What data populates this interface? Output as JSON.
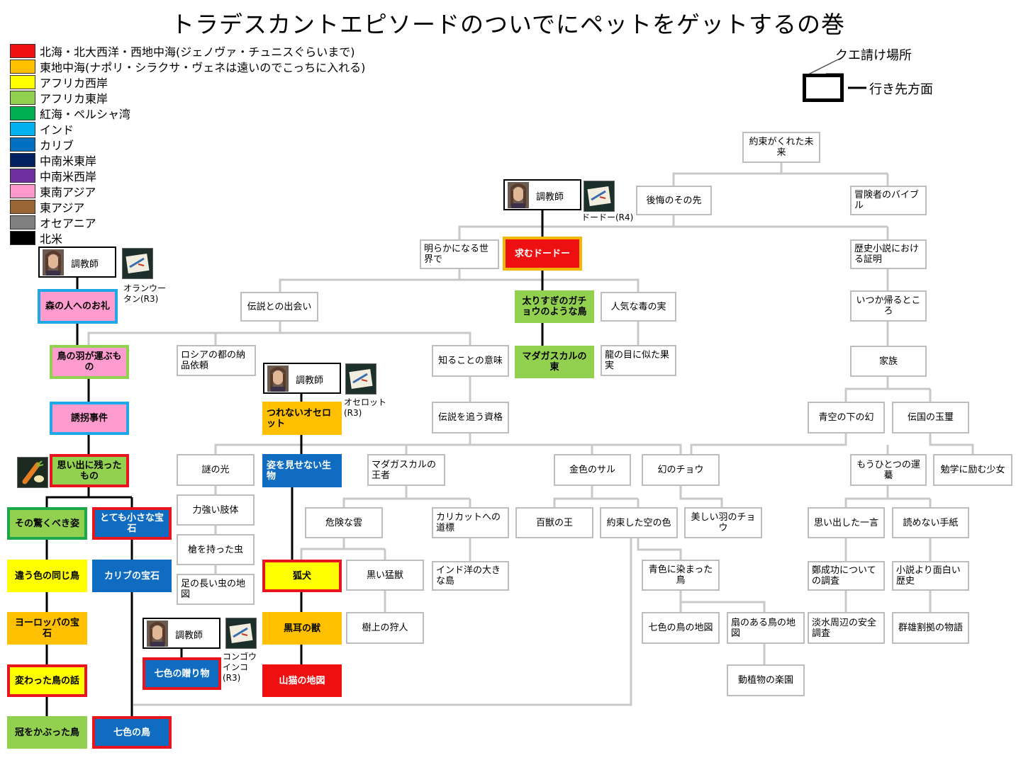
{
  "title": "トラデスカントエピソードのついでにペットをゲットするの巻",
  "legend": [
    {
      "color": "#ee1010",
      "label": "北海・北大西洋・西地中海(ジェノヴァ・チュニスぐらいまで)"
    },
    {
      "color": "#fec000",
      "label": "東地中海(ナポリ・シラクサ・ヴェネは遠いのでこっちに入れる)"
    },
    {
      "color": "#ffff00",
      "label": "アフリカ西岸"
    },
    {
      "color": "#92d050",
      "label": "アフリカ東岸"
    },
    {
      "color": "#00b050",
      "label": "紅海・ペルシャ湾"
    },
    {
      "color": "#00b0f0",
      "label": "インド"
    },
    {
      "color": "#0070c0",
      "label": "カリブ"
    },
    {
      "color": "#002060",
      "label": "中南米東岸"
    },
    {
      "color": "#7030a0",
      "label": "中南米西岸"
    },
    {
      "color": "#ff99cc",
      "label": "東南アジア"
    },
    {
      "color": "#996633",
      "label": "東アジア"
    },
    {
      "color": "#808080",
      "label": "オセアニア"
    },
    {
      "color": "#000000",
      "label": "北米"
    }
  ],
  "key": {
    "quest_place": "クエ請け場所",
    "destination": "行き先方面"
  },
  "trainers": {
    "label": "調教師"
  },
  "pets": {
    "dodo": "ドードー(R4)",
    "orangutan": "オランウータン(R3)",
    "ocelot": "オセロット(R3)",
    "macaw": "コンゴウインコ(R3)"
  },
  "nodes": {
    "n1": "約束がくれた未来",
    "n2": "後悔のその先",
    "n3": "冒険者のバイブル",
    "n4": "明らかになる世界で",
    "n5": "求むドードー",
    "n6": "歴史小説における証明",
    "n7": "伝説との出会い",
    "n8": "太りすぎのガチョウのような鳥",
    "n9": "人気な毒の実",
    "n10": "いつか帰るところ",
    "n11": "ロシアの都の納品依頼",
    "n12": "知ることの意味",
    "n13": "マダガスカルの東",
    "n14": "龍の目に似た果実",
    "n15": "家族",
    "n16": "伝説を追う資格",
    "n17": "青空の下の幻",
    "n18": "伝国の玉璽",
    "n19": "謎の光",
    "n20": "マダガスカルの王者",
    "n21": "金色のサル",
    "n22": "幻のチョウ",
    "n23": "もうひとつの運驀",
    "n24": "勉学に励む少女",
    "n25": "力強い肢体",
    "n26": "危険な雲",
    "n27": "カリカットへの道標",
    "n28": "百獣の王",
    "n29": "約束した空の色",
    "n30": "美しい羽のチョウ",
    "n31": "思い出した一言",
    "n32": "読めない手紙",
    "n33": "槍を持った虫",
    "n34": "黒い猛獣",
    "n35": "インド洋の大きな島",
    "n36": "青色に染まった鳥",
    "n37": "鄭成功についての調査",
    "n38": "小説より面白い歴史",
    "n39": "足の長い虫の地図",
    "n40": "樹上の狩人",
    "n41": "七色の鳥の地図",
    "n42": "扇のある鳥の地図",
    "n43": "淡水周辺の安全調査",
    "n44": "群雄割拠の物語",
    "n45": "動植物の楽園",
    "n46": "森の人へのお礼",
    "n47": "鳥の羽が運ぶもの",
    "n48": "誘拐事件",
    "n49": "思い出に残ったもの",
    "n50": "その驚くべき姿",
    "n51": "とても小さな宝石",
    "n52": "違う色の同じ鳥",
    "n53": "カリブの宝石",
    "n54": "ヨーロッパの宝石",
    "n55": "七色の贈り物",
    "n56": "変わった鳥の話",
    "n57": "冠をかぶった鳥",
    "n58": "七色の鳥",
    "n59": "つれないオセロット",
    "n60": "姿を見せない生物",
    "n61": "狐犬",
    "n62": "黒耳の獣",
    "n63": "山猫の地図"
  }
}
